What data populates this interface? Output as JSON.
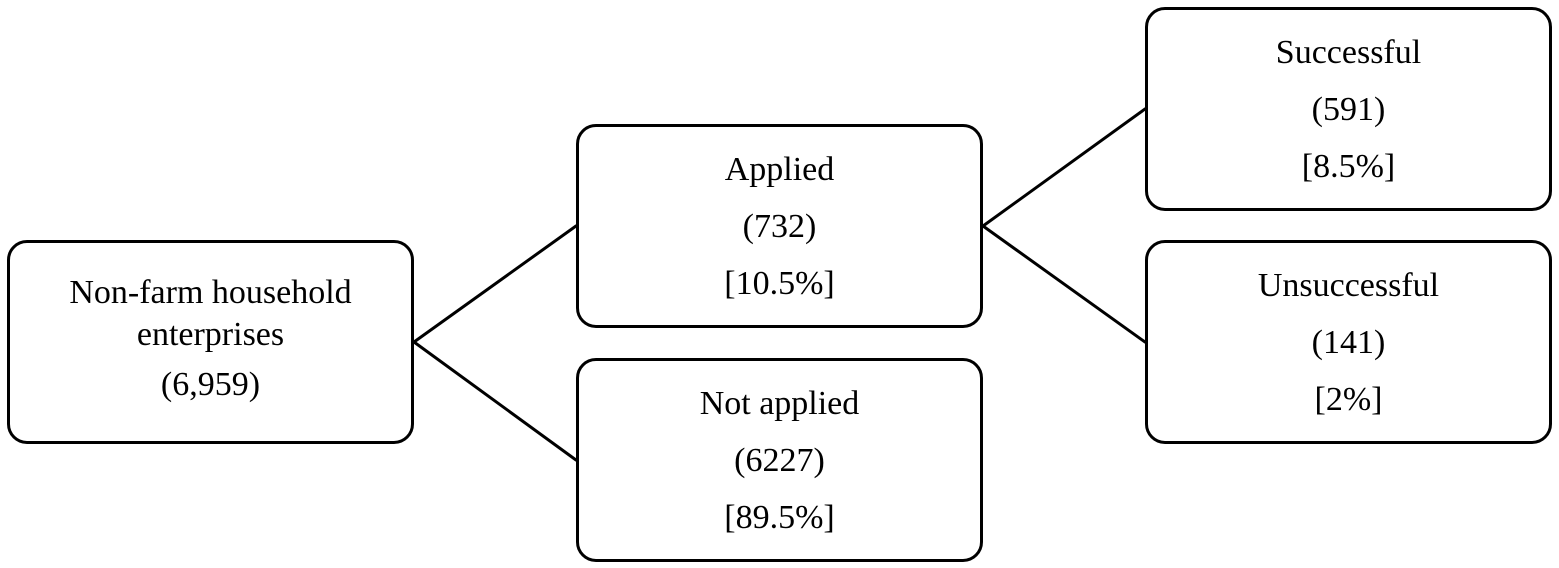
{
  "nodes": {
    "root": {
      "label_line1": "Non-farm household",
      "label_line2": "enterprises",
      "count": "(6,959)"
    },
    "applied": {
      "label": "Applied",
      "count": "(732)",
      "percent": "[10.5%]"
    },
    "not_applied": {
      "label": "Not applied",
      "count": "(6227)",
      "percent": "[89.5%]"
    },
    "successful": {
      "label": "Successful",
      "count": "(591)",
      "percent": "[8.5%]"
    },
    "unsuccessful": {
      "label": "Unsuccessful",
      "count": "(141)",
      "percent": "[2%]"
    }
  },
  "colors": {
    "stroke": "#000000",
    "background": "#ffffff"
  }
}
